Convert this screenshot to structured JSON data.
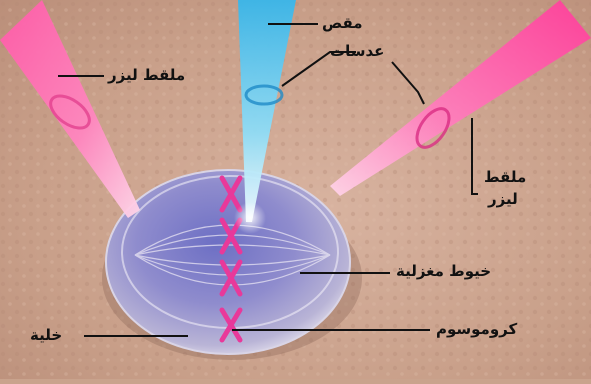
{
  "labels": {
    "scissors": "مقص",
    "lenses": "عدسات",
    "laser_left": "ملقط ليزر",
    "laser_right_line1": "ملقط",
    "laser_right_line2": "ليزر",
    "spindle_fibers": "خيوط مغزلية",
    "chromosome": "كروموسوم",
    "cell": "خلية"
  }
}
